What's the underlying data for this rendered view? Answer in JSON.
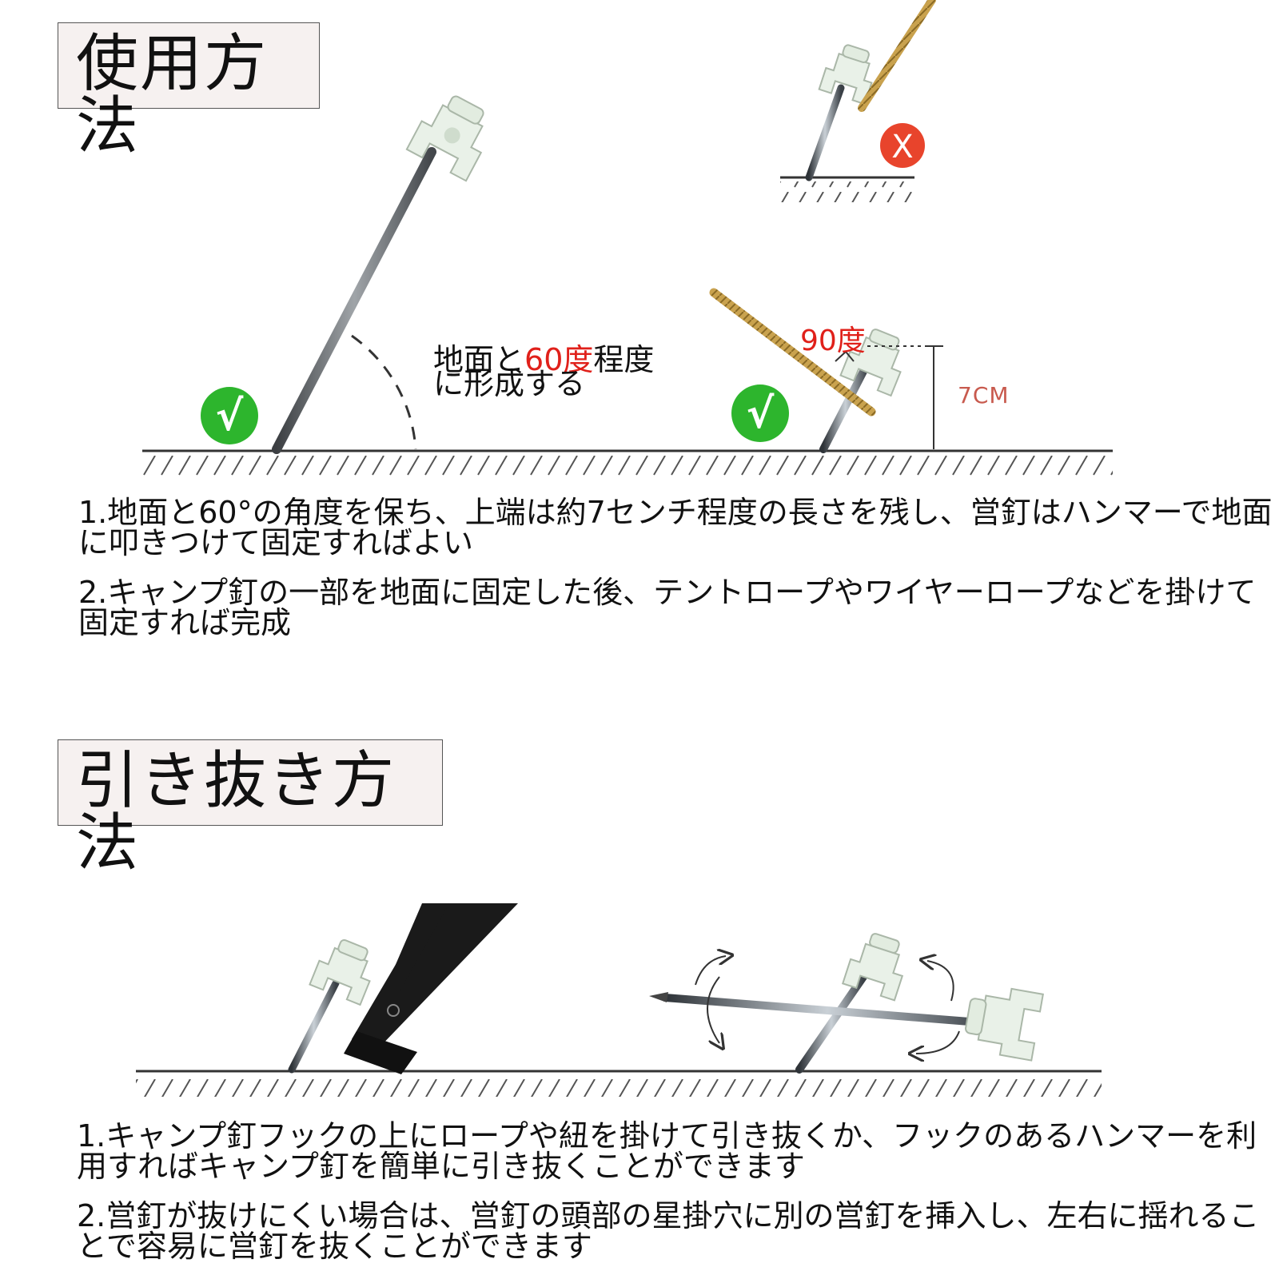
{
  "section1": {
    "title": "使用方法",
    "angle_label": {
      "prefix": "地面と",
      "highlight": "60度",
      "suffix": "程度",
      "line2": "に形成する"
    },
    "label_90": "90度",
    "label_7cm": "7CM",
    "check_mark": "√",
    "wrong_mark": "X",
    "steps": [
      "1.地面と60°の角度を保ち、上端は約7センチ程度の長さを残し、営釘はハンマーで地面に叩きつけて固定すればよい",
      "2.キャンプ釘の一部を地面に固定した後、テントロープやワイヤーロープなどを掛けて固定すれば完成"
    ]
  },
  "section2": {
    "title": "引き抜き方法",
    "steps": [
      "1.キャンプ釘フックの上にロープや紐を掛けて引き抜くか、フックのあるハンマーを利用すればキャンプ釘を簡単に引き抜くことができます",
      "2.営釘が抜けにくい場合は、営釘の頭部の星掛穴に別の営釘を挿入し、左右に揺れることで容易に営釘を抜くことができます"
    ]
  },
  "colors": {
    "accent_red": "#e0201a",
    "check_green": "#2db52d",
    "peg_head": "#e8f0e6",
    "rope": "#c8a050",
    "ground": "#444444"
  }
}
